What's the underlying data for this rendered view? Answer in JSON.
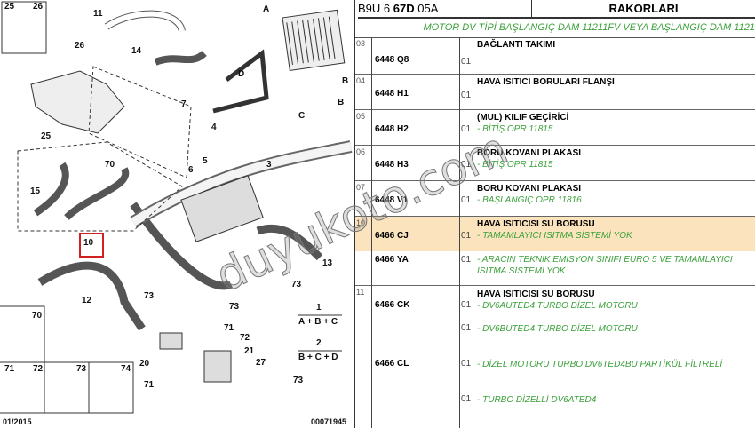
{
  "diagram": {
    "callouts": [
      "25",
      "26",
      "11",
      "26",
      "14",
      "A",
      "D",
      "B",
      "B",
      "7",
      "4",
      "5",
      "6",
      "3",
      "C",
      "25",
      "70",
      "15",
      "10",
      "13",
      "12",
      "73",
      "73",
      "73",
      "71",
      "72",
      "20",
      "21",
      "27",
      "71",
      "73"
    ],
    "inset_labels": [
      "70",
      "71",
      "72",
      "73",
      "74"
    ],
    "formula1": {
      "num": "1",
      "expr": "A + B + C"
    },
    "formula2": {
      "num": "2",
      "expr": "B + C + D"
    },
    "date": "01/2015",
    "drawing_no": "00071945"
  },
  "header": {
    "code_prefix": "B9U 6",
    "code_bold": "67D",
    "code_suffix": "05A",
    "title": "RAKORLARI"
  },
  "subheader": "MOTOR DV TİPİ BAŞLANGIÇ DAM 11211FV VEYA BAŞLANGIÇ DAM 1121",
  "rows": [
    {
      "pos": "03",
      "ref": "6448 Q8",
      "qty": "01",
      "desc": "BAĞLANTI TAKIMI",
      "notes": []
    },
    {
      "pos": "04",
      "ref": "6448 H1",
      "qty": "01",
      "desc": "HAVA ISITICI BORULARI FLANŞI",
      "notes": []
    },
    {
      "pos": "05",
      "ref": "6448 H2",
      "qty": "01",
      "desc": "(MUL) KILIF GEÇİRİCİ",
      "notes": [
        "- BİTİŞ OPR 11815"
      ]
    },
    {
      "pos": "06",
      "ref": "6448 H3",
      "qty": "01",
      "desc": "BORU KOVANI PLAKASI",
      "notes": [
        "- BİTİŞ OPR 11815"
      ]
    },
    {
      "pos": "07",
      "ref": "6448 V1",
      "qty": "01",
      "desc": "BORU KOVANI PLAKASI",
      "notes": [
        "- BAŞLANGIÇ OPR 11816"
      ]
    },
    {
      "pos": "10",
      "ref": "6466 CJ",
      "qty": "01",
      "desc": "HAVA ISITICISI SU BORUSU",
      "notes": [
        "- TAMAMLAYICI ISITMA SİSTEMİ YOK"
      ]
    },
    {
      "pos": "",
      "ref": "6466 YA",
      "qty": "01",
      "desc": "",
      "notes": [
        "- ARACIN TEKNİK EMİSYON SINIFI EURO 5 VE TAMAMLAYICI ISITMA SİSTEMİ YOK"
      ]
    },
    {
      "pos": "11",
      "ref": "6466 CK",
      "qty": "01",
      "desc": "HAVA ISITICISI SU BORUSU",
      "notes": [
        "- DV6AUTED4 TURBO DİZEL MOTORU"
      ]
    },
    {
      "pos": "",
      "ref": "",
      "qty": "01",
      "desc": "",
      "notes": [
        "- DV6BUTED4 TURBO DİZEL MOTORU"
      ]
    },
    {
      "pos": "",
      "ref": "6466 CL",
      "qty": "01",
      "desc": "",
      "notes": [
        "- DİZEL MOTORU TURBO DV6TED4BU PARTİKÜL FİLTRELİ"
      ]
    },
    {
      "pos": "",
      "ref": "",
      "qty": "01",
      "desc": "",
      "notes": [
        "- TURBO DİZELLİ DV6ATED4"
      ]
    }
  ],
  "watermark": "duyukoto.com",
  "colors": {
    "highlight": "#fbe3bd",
    "note": "#3aa03a",
    "selected_callout": "#d02020"
  }
}
